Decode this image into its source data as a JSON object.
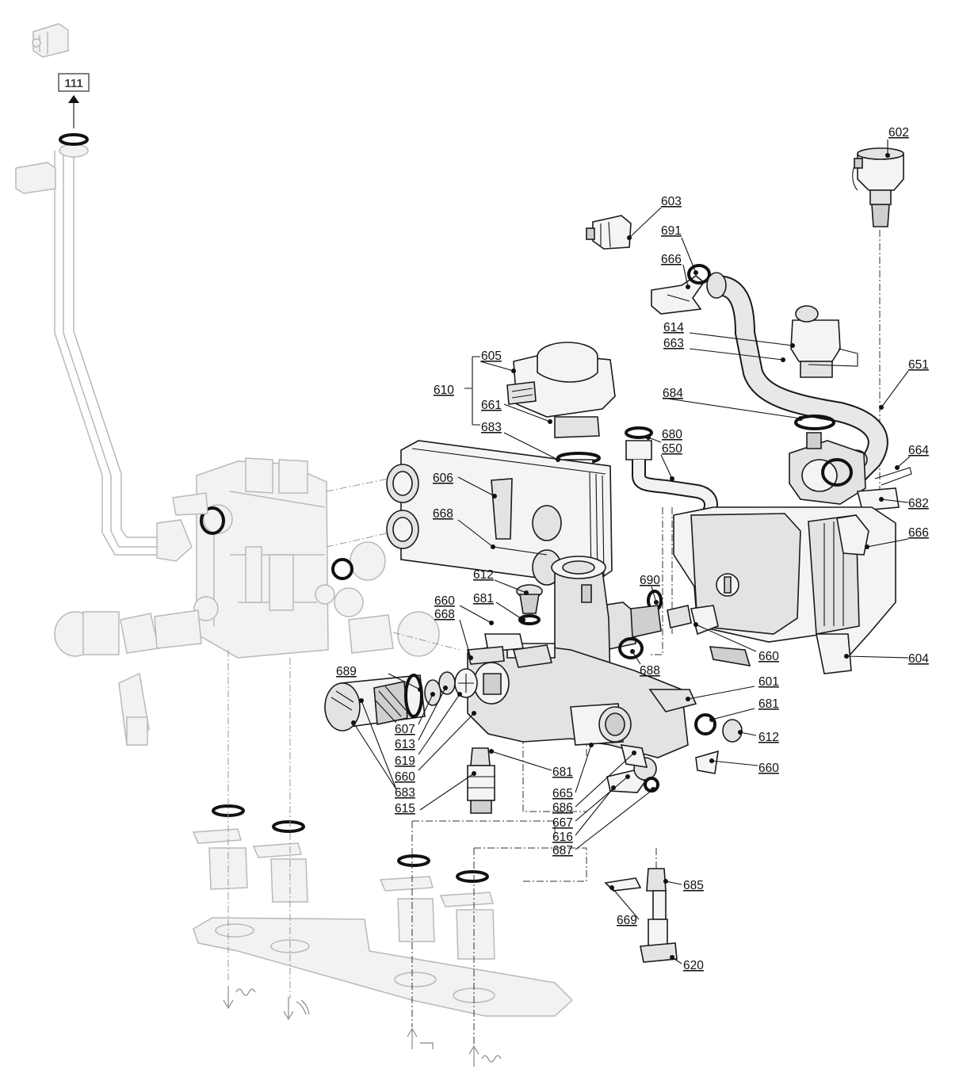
{
  "reference": {
    "label": "111"
  },
  "colors": {
    "line": "#1a1a1a",
    "part_fill": "#e3e3e3",
    "ghost": "#b9b9b9",
    "background": "#ffffff"
  },
  "callouts": {
    "c602": "602",
    "c603": "603",
    "c691": "691",
    "c666a": "666",
    "c614": "614",
    "c663": "663",
    "c651": "651",
    "c605": "605",
    "c610": "610",
    "c661": "661",
    "c683a": "683",
    "c684": "684",
    "c680": "680",
    "c650": "650",
    "c664": "664",
    "c682": "682",
    "c666b": "666",
    "c606": "606",
    "c668a": "668",
    "c612a": "612",
    "c681a": "681",
    "c660a": "660",
    "c668b": "668",
    "c690": "690",
    "c660b": "660",
    "c604": "604",
    "c688": "688",
    "c601": "601",
    "c689": "689",
    "c681b": "681",
    "c612b": "612",
    "c607": "607",
    "c613": "613",
    "c619": "619",
    "c660c": "660",
    "c660d": "660",
    "c683b": "683",
    "c615": "615",
    "c681c": "681",
    "c665": "665",
    "c686": "686",
    "c667": "667",
    "c616": "616",
    "c687": "687",
    "c685": "685",
    "c669": "669",
    "c620": "620"
  }
}
